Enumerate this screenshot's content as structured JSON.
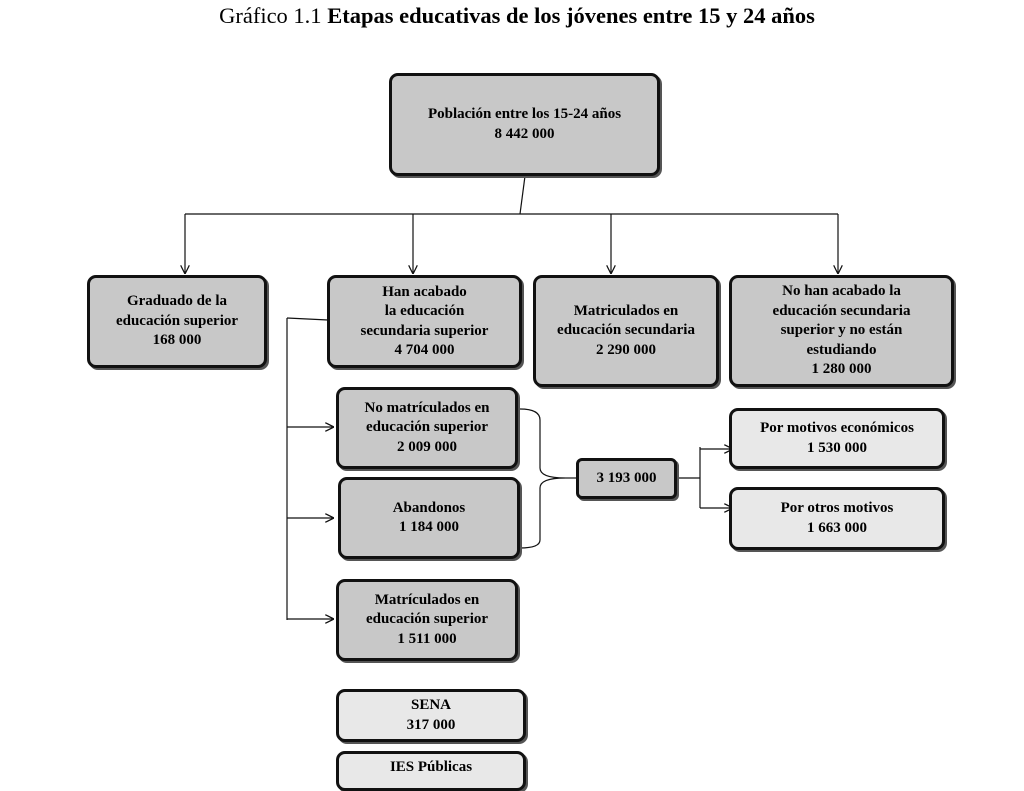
{
  "title": {
    "prefix": "Gráfico 1.1",
    "main": "Etapas educativas de los jóvenes entre 15 y 24 años"
  },
  "nodes": {
    "root": [
      "Población entre los 15-24 años",
      "8 442 000"
    ],
    "graduated": [
      "Graduado de la",
      "educación superior",
      "168 000"
    ],
    "finished": [
      "Han acabado",
      "la educación",
      "secundaria superior",
      "4 704 000"
    ],
    "enrolled_secondary": [
      "Matriculados en",
      "educación secundaria",
      "2 290 000"
    ],
    "not_finished": [
      "No han acabado la",
      "educación secundaria",
      "superior y no están",
      "estudiando",
      "1 280 000"
    ],
    "not_enrolled_higher": [
      "No matrículados en",
      "educación superior",
      "2 009 000"
    ],
    "dropouts": [
      "Abandonos",
      "1 184 000"
    ],
    "enrolled_higher": [
      "Matrículados en",
      "educación superior",
      "1 511 000"
    ],
    "sum": [
      "3 193 000"
    ],
    "economic": [
      "Por motivos económicos",
      "1 530 000"
    ],
    "other": [
      "Por otros motivos",
      "1 663 000"
    ],
    "sena": [
      "SENA",
      "317 000"
    ],
    "ies_public": [
      "IES Públicas"
    ]
  }
}
